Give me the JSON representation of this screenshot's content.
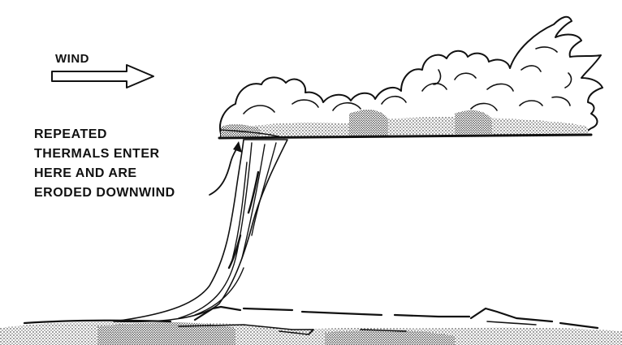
{
  "diagram": {
    "wind_label": "WIND",
    "annotation_lines": [
      "REPEATED",
      "THERMALS ENTER",
      "HERE AND ARE",
      "ERODED DOWNWIND"
    ]
  },
  "colors": {
    "ink": "#111111",
    "paper": "#ffffff"
  },
  "icons": {
    "wind_arrow": "right-arrow-outline-icon"
  }
}
